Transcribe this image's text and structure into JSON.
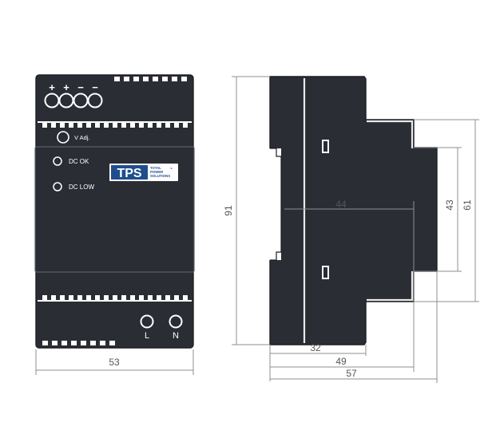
{
  "front_view": {
    "terminal_signs": [
      "+",
      "+",
      "−",
      "−"
    ],
    "v_adj_label": "V Adj.",
    "dc_ok_label": "DC OK",
    "dc_low_label": "DC LOW",
    "logo": {
      "text": "TPS",
      "tagline": [
        "TOTAL",
        "POWER",
        "SOLUTIONS"
      ],
      "tm": "™"
    },
    "ac_terminals": [
      "L",
      "N"
    ]
  },
  "dimensions": {
    "width_front": "53",
    "height_total": "91",
    "depth_inner": "44",
    "depth_32": "32",
    "depth_49": "49",
    "depth_57": "57",
    "height_43": "43",
    "height_61": "61"
  },
  "colors": {
    "housing": "#2a2d33",
    "logo_blue": "#1f4e8c",
    "dimension_lines": "#8f8f8f"
  }
}
